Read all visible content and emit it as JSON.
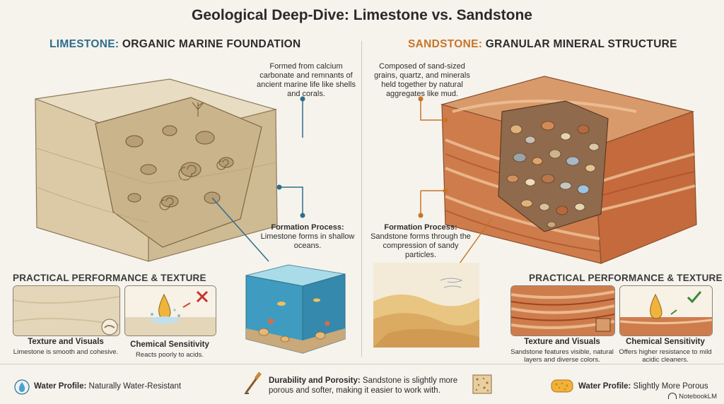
{
  "title": "Geological Deep-Dive: Limestone vs. Sandstone",
  "limestone": {
    "heading_keyword": "LIMESTONE:",
    "heading_rest": " ORGANIC MARINE FOUNDATION",
    "composition_note": "Formed from calcium carbonate and remnants of ancient marine life like shells and corals.",
    "formation_label": "Formation Process:",
    "formation_text": "Limestone forms in shallow oceans.",
    "performance_heading": "PRACTICAL PERFORMANCE & TEXTURE",
    "texture_title": "Texture and Visuals",
    "texture_desc": "Limestone is smooth and cohesive.",
    "chemical_title": "Chemical Sensitivity",
    "chemical_desc": "Reacts poorly to acids.",
    "water_label": "Water Profile:",
    "water_text": " Naturally Water-Resistant"
  },
  "sandstone": {
    "heading_keyword": "SANDSTONE:",
    "heading_rest": " GRANULAR MINERAL STRUCTURE",
    "composition_note": "Composed of sand-sized grains, quartz, and minerals held together by natural aggregates like mud.",
    "formation_label": "Formation Process:",
    "formation_text": "Sandstone forms through the compression of sandy particles.",
    "performance_heading": "PRACTICAL PERFORMANCE & TEXTURE",
    "texture_title": "Texture and Visuals",
    "texture_desc": "Sandstone features visible, natural layers and diverse colors.",
    "chemical_title": "Chemical Sensitivity",
    "chemical_desc": "Offers higher resistance to mild acidic cleaners.",
    "water_label": "Water Profile:",
    "water_text": " Slightly More Porous"
  },
  "durability": {
    "label": "Durability and Porosity:",
    "text": " Sandstone is slightly more porous and softer, making it easier to work with."
  },
  "brand": "NotebookLM",
  "colors": {
    "limestone_accent": "#2f6d8e",
    "sandstone_accent": "#c7742a",
    "background": "#f6f3ec"
  }
}
